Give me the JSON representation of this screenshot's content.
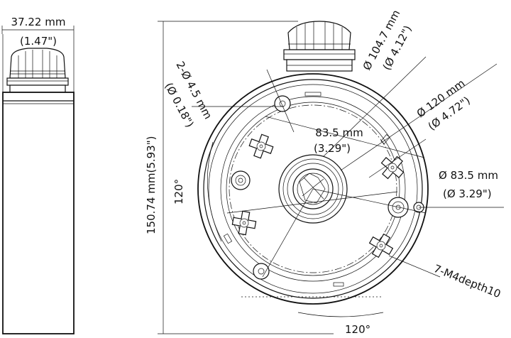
{
  "labels": {
    "width_mm": "37.22 mm",
    "width_in": "(1.47\")",
    "height_dim": "150.74 mm(5.93\")",
    "hole_dia_line1": "2-Ø 4.5 mm",
    "hole_dia_line2": "(Ø 0.18\")",
    "dia_104_mm": "Ø 104.7 mm",
    "dia_104_in": "(Ø 4.12\")",
    "dia_120_mm": "Ø 120 mm",
    "dia_120_in": "(Ø 4.72\")",
    "spacing_mm": "83.5 mm",
    "spacing_in": "(3.29\")",
    "dia_83_mm": "Ø 83.5 mm",
    "dia_83_in": "(Ø 3.29\")",
    "angle_left": "120°",
    "angle_bottom": "120°",
    "thread": "7-M4depth10"
  },
  "colors": {
    "line": "#111111",
    "background": "#ffffff"
  }
}
